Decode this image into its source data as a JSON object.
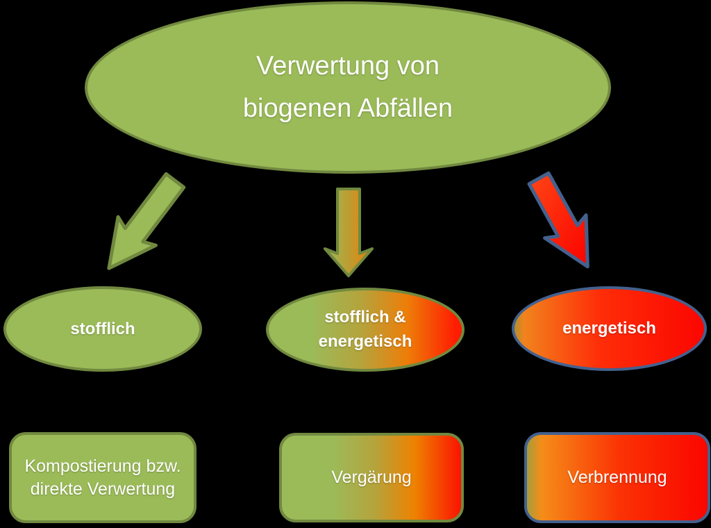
{
  "background": "#000000",
  "colors": {
    "background": "#000000",
    "text": "#ffffff",
    "green_fill": "#9bbb59",
    "green_border": "#71893f",
    "orange": "#f07d00",
    "red_fill": "#fb0600",
    "blue_border": "#44618e"
  },
  "root": {
    "label": "Verwertung von biogenen Abfällen"
  },
  "branches": [
    {
      "id": "stofflich",
      "node_label": "stofflich",
      "leaf_label": "Kompostierung bzw. direkte Verwertung",
      "style": "green",
      "arrow": "green, pointing down-left"
    },
    {
      "id": "stofflich-energetisch",
      "node_label": "stofflich & energetisch",
      "leaf_label": "Vergärung",
      "style": "green-to-red-gradient",
      "arrow": "green-to-orange gradient, pointing straight down"
    },
    {
      "id": "energetisch",
      "node_label": "energetisch",
      "leaf_label": "Verbrennung",
      "style": "red",
      "arrow": "red with blue border, pointing down-right"
    }
  ]
}
